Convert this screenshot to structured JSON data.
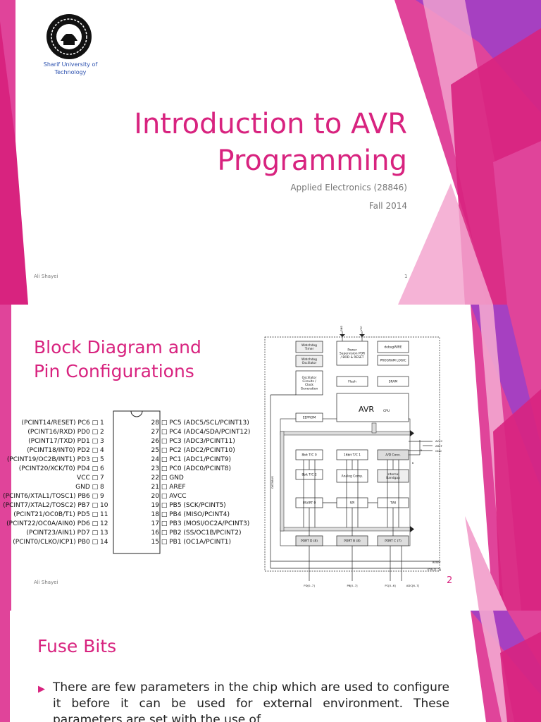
{
  "colors": {
    "accent": "#d8237f",
    "purple": "#9b3fc8",
    "magenta": "#e0449a",
    "pink_light": "#f3a6cf"
  },
  "slide1": {
    "logo": "sharif-university-logo",
    "university": [
      "Sharif University of",
      "Technology"
    ],
    "title": [
      "Introduction to AVR",
      "Programming"
    ],
    "subtitle": "Applied Electronics (28846)",
    "term": "Fall 2014",
    "footer": "Ali Shayei",
    "page_number": "1"
  },
  "slide2": {
    "title": [
      "Block Diagram and",
      "Pin Configurations"
    ],
    "footer": "Ali Shayei",
    "page_number": "2",
    "pins_left": [
      {
        "label": "(PCINT14/RESET) PC6",
        "num": "1"
      },
      {
        "label": "(PCINT16/RXD) PD0",
        "num": "2"
      },
      {
        "label": "(PCINT17/TXD) PD1",
        "num": "3"
      },
      {
        "label": "(PCINT18/INT0) PD2",
        "num": "4"
      },
      {
        "label": "(PCINT19/OC2B/INT1) PD3",
        "num": "5"
      },
      {
        "label": "(PCINT20/XCK/T0) PD4",
        "num": "6"
      },
      {
        "label": "VCC",
        "num": "7"
      },
      {
        "label": "GND",
        "num": "8"
      },
      {
        "label": "(PCINT6/XTAL1/TOSC1) PB6",
        "num": "9"
      },
      {
        "label": "(PCINT7/XTAL2/TOSC2) PB7",
        "num": "10"
      },
      {
        "label": "(PCINT21/OC0B/T1) PD5",
        "num": "11"
      },
      {
        "label": "(PCINT22/OC0A/AIN0) PD6",
        "num": "12"
      },
      {
        "label": "(PCINT23/AIN1) PD7",
        "num": "13"
      },
      {
        "label": "(PCINT0/CLKO/ICP1) PB0",
        "num": "14"
      }
    ],
    "pins_right": [
      {
        "num": "28",
        "label": "PC5 (ADC5/SCL/PCINT13)"
      },
      {
        "num": "27",
        "label": "PC4 (ADC4/SDA/PCINT12)"
      },
      {
        "num": "26",
        "label": "PC3 (ADC3/PCINT11)"
      },
      {
        "num": "25",
        "label": "PC2 (ADC2/PCINT10)"
      },
      {
        "num": "24",
        "label": "PC1 (ADC1/PCINT9)"
      },
      {
        "num": "23",
        "label": "PC0 (ADC0/PCINT8)"
      },
      {
        "num": "22",
        "label": "GND"
      },
      {
        "num": "21",
        "label": "AREF"
      },
      {
        "num": "20",
        "label": "AVCC"
      },
      {
        "num": "19",
        "label": "PB5 (SCK/PCINT5)"
      },
      {
        "num": "18",
        "label": "PB4 (MISO/PCINT4)"
      },
      {
        "num": "17",
        "label": "PB3 (MOSI/OC2A/PCINT3)"
      },
      {
        "num": "16",
        "label": "PB2 (SS/OC1B/PCINT2)"
      },
      {
        "num": "15",
        "label": "PB1 (OC1A/PCINT1)"
      }
    ],
    "block_diagram": {
      "supply": [
        "GND",
        "VCC"
      ],
      "boxes": {
        "watchdog_timer": "Watchdog Timer",
        "watchdog_osc": "Watchdog Oscillator",
        "oscillator": "Oscillator Circuits / Clock Generation",
        "power": "Power Supervision POR / BOD & RESET",
        "debugwire": "debugWIRE",
        "program_logic": "PROGRAM LOGIC",
        "flash": "Flash",
        "sram": "SRAM",
        "cpu": "AVR",
        "cpu_suffix": "CPU",
        "eeprom": "EEPROM",
        "tc0": "8bit T/C 0",
        "tc1": "16bit T/C 1",
        "adc": "A/D Conv.",
        "tc2": "8bit T/C 2",
        "analog": "Analog Comp.",
        "bandgap": "Internal Bandgap",
        "usart": "USART 0",
        "spi": "SPI",
        "twi": "TWI",
        "portd": "PORT D (8)",
        "portb": "PORT B (8)",
        "portc": "PORT C (7)",
        "databus": "DATABUS"
      },
      "signals": {
        "avcc": "AVCC",
        "aref": "AREF",
        "gnd": "GND",
        "reset": "RESET",
        "xtal": "XTAL[1..2]",
        "pd": "PD[0..7]",
        "pb": "PB[0..7]",
        "pc": "PC[0..6]",
        "adc": "ADC[6..7]",
        "six": "6",
        "two": "2"
      }
    }
  },
  "slide3": {
    "title": "Fuse Bits",
    "bullet": "There are few parameters in the chip which are used to configure it before it can be used for external environment. These parameters are set with the use of"
  }
}
